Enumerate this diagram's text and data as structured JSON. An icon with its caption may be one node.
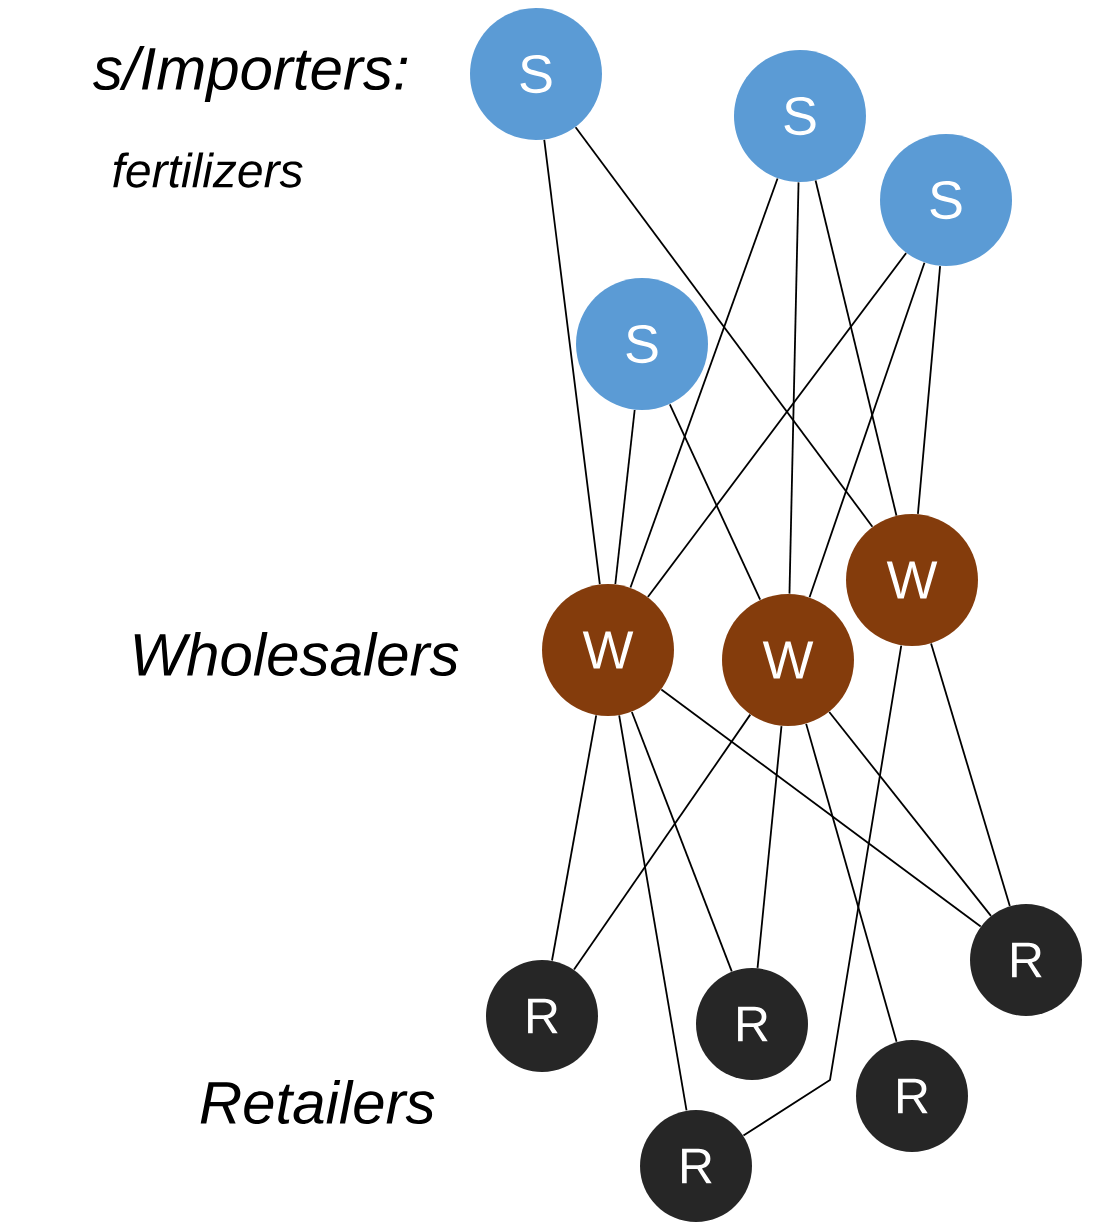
{
  "diagram": {
    "nodes": [
      {
        "text": [
          "S"
        ]
      },
      {
        "text": [
          "S"
        ]
      },
      {
        "text": [
          "S"
        ]
      },
      {
        "text": [
          "S"
        ]
      },
      {
        "text": [
          "W"
        ]
      },
      {
        "text": [
          "W"
        ]
      },
      {
        "text": [
          "W"
        ]
      },
      {
        "text": [
          "R"
        ]
      },
      {
        "text": [
          "R"
        ]
      },
      {
        "text": [
          "R"
        ]
      },
      {
        "text": [
          "R"
        ]
      },
      {
        "text": [
          "R"
        ]
      }
    ],
    "edges": [
      {
        "from": 0,
        "to": 4,
        "arrow": "none"
      },
      {
        "from": 0,
        "to": 6,
        "arrow": "none"
      },
      {
        "from": 1,
        "to": 4,
        "arrow": "none"
      },
      {
        "from": 1,
        "to": 5,
        "arrow": "none"
      },
      {
        "from": 1,
        "to": 6,
        "arrow": "none"
      },
      {
        "from": 2,
        "to": 4,
        "arrow": "none"
      },
      {
        "from": 2,
        "to": 5,
        "arrow": "none"
      },
      {
        "from": 2,
        "to": 6,
        "arrow": "none"
      },
      {
        "from": 3,
        "to": 4,
        "arrow": "none"
      },
      {
        "from": 3,
        "to": 5,
        "arrow": "none"
      },
      {
        "from": 4,
        "to": 7,
        "arrow": "none"
      },
      {
        "from": 4,
        "to": 11,
        "arrow": "none"
      },
      {
        "from": 4,
        "to": 8,
        "arrow": "none"
      },
      {
        "from": 4,
        "to": 10,
        "arrow": "none"
      },
      {
        "from": 5,
        "to": 7,
        "arrow": "none"
      },
      {
        "from": 5,
        "to": 8,
        "arrow": "none"
      },
      {
        "from": 5,
        "to": 9,
        "arrow": "none"
      },
      {
        "from": 5,
        "to": 10,
        "arrow": "none"
      },
      {
        "from": 6,
        "to": 11,
        "arrow": "none"
      },
      {
        "from": 6,
        "to": 10,
        "arrow": "none"
      }
    ],
    "labels": [
      "s/Importers:",
      "fertilizers",
      "Wholesalers",
      "Retailers"
    ]
  }
}
